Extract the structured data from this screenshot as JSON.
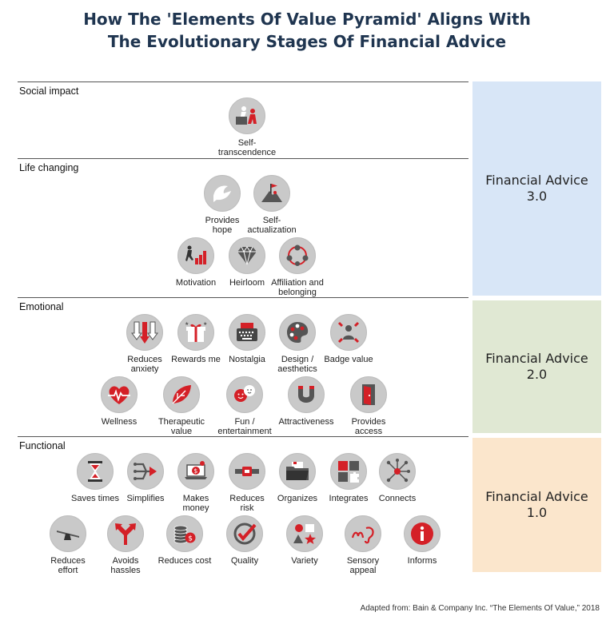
{
  "title": {
    "line1": "How The 'Elements Of Value Pyramid' Aligns With",
    "line2": "The Evolutionary Stages Of Financial Advice"
  },
  "sections": {
    "social": "Social impact",
    "life": "Life changing",
    "emotional": "Emotional",
    "functional": "Functional"
  },
  "bands": {
    "v3": "Financial Advice 3.0",
    "v2": "Financial Advice 2.0",
    "v1": "Financial Advice 1.0"
  },
  "items": {
    "self_transcendence": "Self-\ntranscendence",
    "provides_hope": "Provides\nhope",
    "self_actualization": "Self-\nactualization",
    "motivation": "Motivation",
    "heirloom": "Heirloom",
    "affiliation": "Affiliation and\nbelonging",
    "reduces_anxiety": "Reduces\nanxiety",
    "rewards_me": "Rewards me",
    "nostalgia": "Nostalgia",
    "design": "Design /\naesthetics",
    "badge_value": "Badge value",
    "wellness": "Wellness",
    "therapeutic": "Therapeutic\nvalue",
    "fun": "Fun /\nentertainment",
    "attractiveness": "Attractiveness",
    "provides_access": "Provides\naccess",
    "saves_times": "Saves times",
    "simplifies": "Simplifies",
    "makes_money": "Makes\nmoney",
    "reduces_risk": "Reduces\nrisk",
    "organizes": "Organizes",
    "integrates": "Integrates",
    "connects": "Connects",
    "reduces_effort": "Reduces\neffort",
    "avoids_hassles": "Avoids\nhassles",
    "reduces_cost": "Reduces cost",
    "quality": "Quality",
    "variety": "Variety",
    "sensory_appeal": "Sensory\nappeal",
    "informs": "Informs"
  },
  "footer": "Adapted from: Bain & Company Inc. “The Elements Of Value,” 2018",
  "colors": {
    "title": "#1f3550",
    "band_3": "#d8e6f7",
    "band_2": "#e0e8d3",
    "band_1": "#fbe6cc",
    "icon_bg": "#c9c9c9",
    "accent_red": "#d42027"
  }
}
